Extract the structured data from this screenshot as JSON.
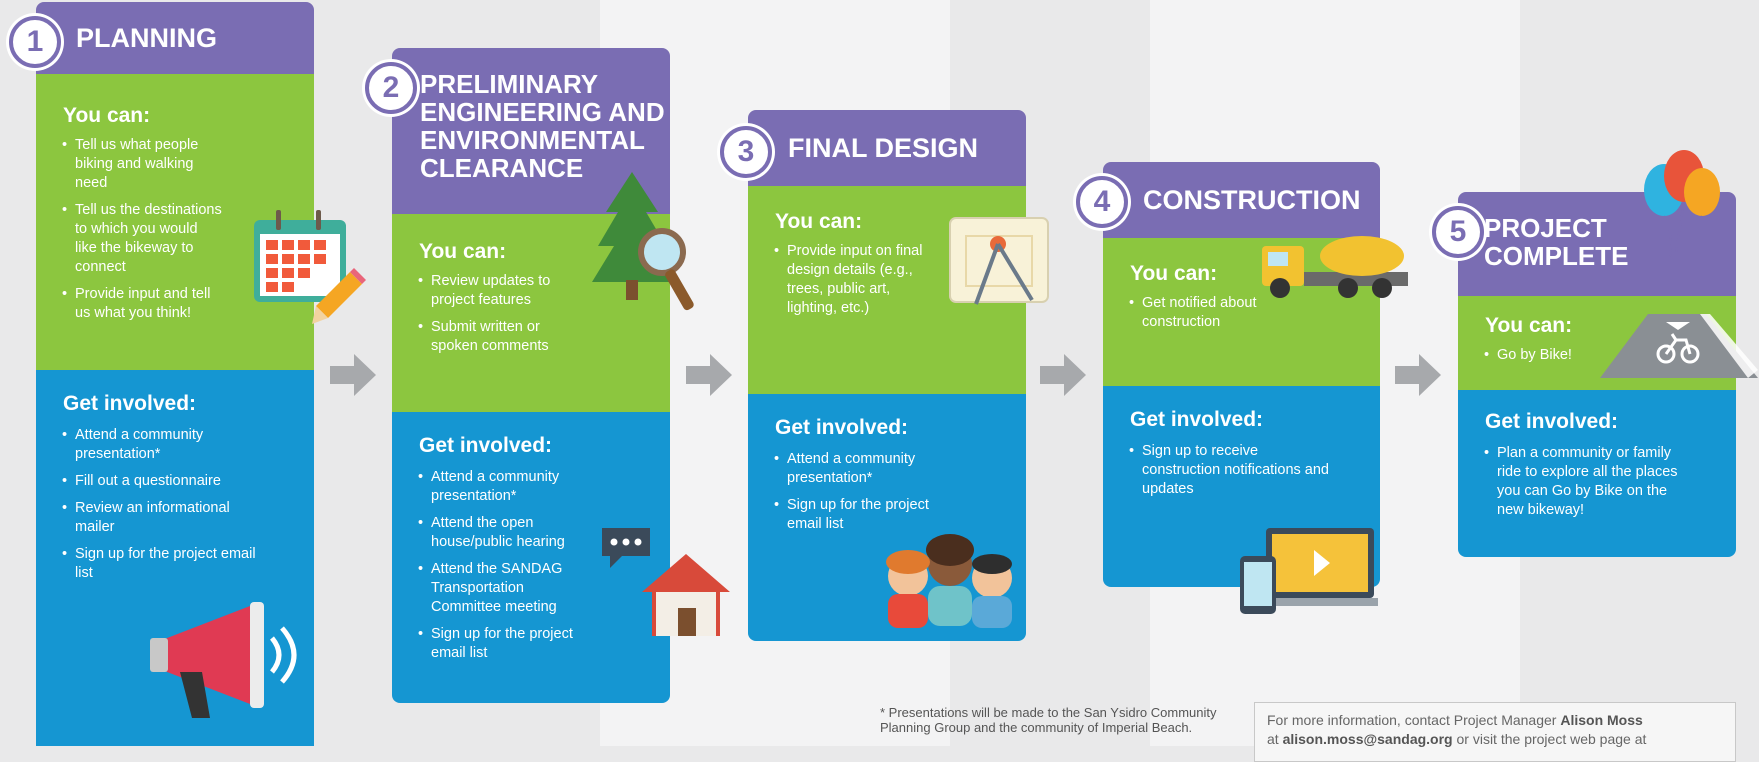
{
  "stages": [
    {
      "number": "1",
      "title_lines": [
        "PLANNING"
      ],
      "you_can_heading": "You can:",
      "you_can": [
        "Tell us what people biking and walking need",
        "Tell us the destinations to which you would like the bikeway to connect",
        "Provide input and tell us what you think!"
      ],
      "get_involved_heading": "Get involved:",
      "get_involved": [
        "Attend a community presentation*",
        "Fill out a questionnaire",
        "Review an informational mailer",
        "Sign up for the project email list"
      ],
      "icons": [
        "calendar-icon",
        "pencil-icon",
        "megaphone-icon"
      ]
    },
    {
      "number": "2",
      "title_lines": [
        "PRELIMINARY",
        "ENGINEERING AND",
        "ENVIRONMENTAL",
        "CLEARANCE"
      ],
      "you_can_heading": "You can:",
      "you_can": [
        "Review updates to project features",
        "Submit written or spoken comments"
      ],
      "get_involved_heading": "Get involved:",
      "get_involved": [
        "Attend a community presentation*",
        "Attend the open house/public hearing",
        "Attend the SANDAG Transportation Committee meeting",
        "Sign up for the project email list"
      ],
      "icons": [
        "tree-icon",
        "magnifier-icon",
        "speech-bubble-icon",
        "house-icon"
      ]
    },
    {
      "number": "3",
      "title_lines": [
        "FINAL DESIGN"
      ],
      "you_can_heading": "You can:",
      "you_can": [
        "Provide input on final design details (e.g., trees, public art, lighting, etc.)"
      ],
      "get_involved_heading": "Get involved:",
      "get_involved": [
        "Attend a community presentation*",
        "Sign up for the project email list"
      ],
      "icons": [
        "blueprint-compass-icon",
        "people-icon"
      ]
    },
    {
      "number": "4",
      "title_lines": [
        "CONSTRUCTION"
      ],
      "you_can_heading": "You can:",
      "you_can": [
        "Get notified about construction"
      ],
      "get_involved_heading": "Get involved:",
      "get_involved": [
        "Sign up to receive construction notifications and updates"
      ],
      "icons": [
        "cement-truck-icon",
        "devices-icon"
      ]
    },
    {
      "number": "5",
      "title_lines": [
        "PROJECT",
        "COMPLETE"
      ],
      "you_can_heading": "You can:",
      "you_can": [
        "Go by Bike!"
      ],
      "get_involved_heading": "Get involved:",
      "get_involved": [
        "Plan a community or family ride to explore all the places you can Go by Bike on the new bikeway!"
      ],
      "icons": [
        "balloons-icon",
        "bike-lane-icon"
      ]
    }
  ],
  "footnote": "* Presentations will be made to the San Ysidro Community Planning Group and the community of Imperial Beach.",
  "info_box": {
    "prefix": "For more information, contact Project Manager ",
    "name": "Alison Moss",
    "line2_prefix": "at ",
    "email": "alison.moss@sandag.org",
    "line2_suffix": " or visit the project web page at"
  },
  "colors": {
    "header": "#7a6db3",
    "you_can": "#8cc63f",
    "get_involved": "#1596d2",
    "arrow": "#a7a9ac",
    "background": "#e9e9ea"
  }
}
